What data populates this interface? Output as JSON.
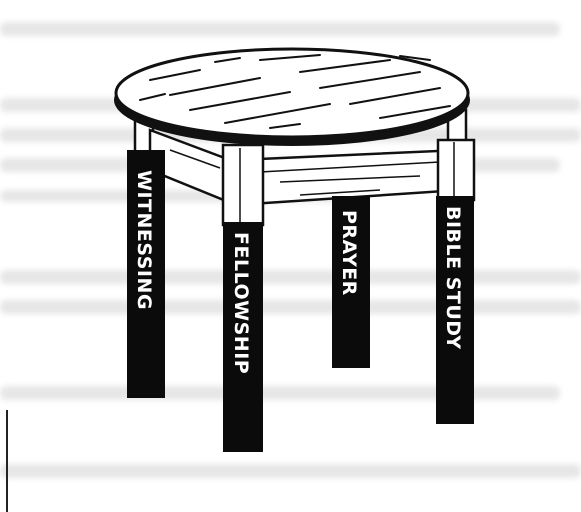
{
  "legs": {
    "witnessing": "WITNESSING",
    "fellowship": "FELLOWSHIP",
    "prayer": "PRAYER",
    "bible_study": "BIBLE STUDY"
  }
}
